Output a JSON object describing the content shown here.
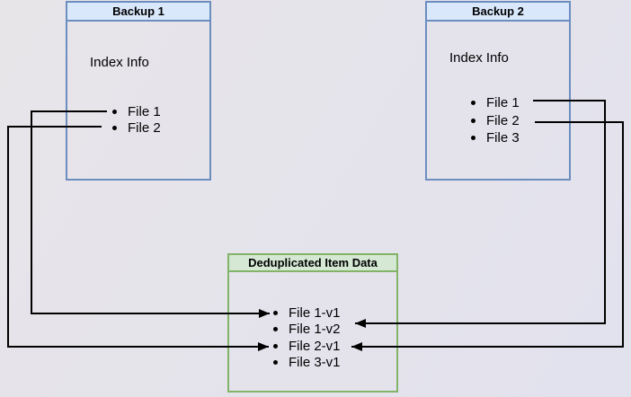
{
  "diagram": {
    "background_color": "#e5e3ea",
    "connector_color": "#000000",
    "backup1": {
      "title": "Backup 1",
      "index_label": "Index Info",
      "fill_color": "#dae8fc",
      "border_color": "#6c8ebf",
      "files": [
        {
          "label": "File 1"
        },
        {
          "label": "File 2"
        }
      ]
    },
    "backup2": {
      "title": "Backup 2",
      "index_label": "Index Info",
      "fill_color": "#dae8fc",
      "border_color": "#6c8ebf",
      "files": [
        {
          "label": "File 1"
        },
        {
          "label": "File 2"
        },
        {
          "label": "File 3"
        }
      ]
    },
    "dedup": {
      "title": "Deduplicated Item Data",
      "fill_color": "#d5e8d4",
      "border_color": "#82b366",
      "items": [
        {
          "label": "File 1-v1"
        },
        {
          "label": "File 1-v2"
        },
        {
          "label": "File 2-v1"
        },
        {
          "label": "File 3-v1"
        }
      ]
    },
    "connectors": [
      {
        "from_box": "Backup 1",
        "from_item": "File 1",
        "to_box": "Deduplicated Item Data",
        "to_item": "File 1-v1"
      },
      {
        "from_box": "Backup 1",
        "from_item": "File 2",
        "to_box": "Deduplicated Item Data",
        "to_item": "File 2-v1"
      },
      {
        "from_box": "Backup 2",
        "from_item": "File 1",
        "to_box": "Deduplicated Item Data",
        "to_item": "File 1-v2"
      },
      {
        "from_box": "Backup 2",
        "from_item": "File 2",
        "to_box": "Deduplicated Item Data",
        "to_item": "File 2-v1"
      }
    ]
  }
}
